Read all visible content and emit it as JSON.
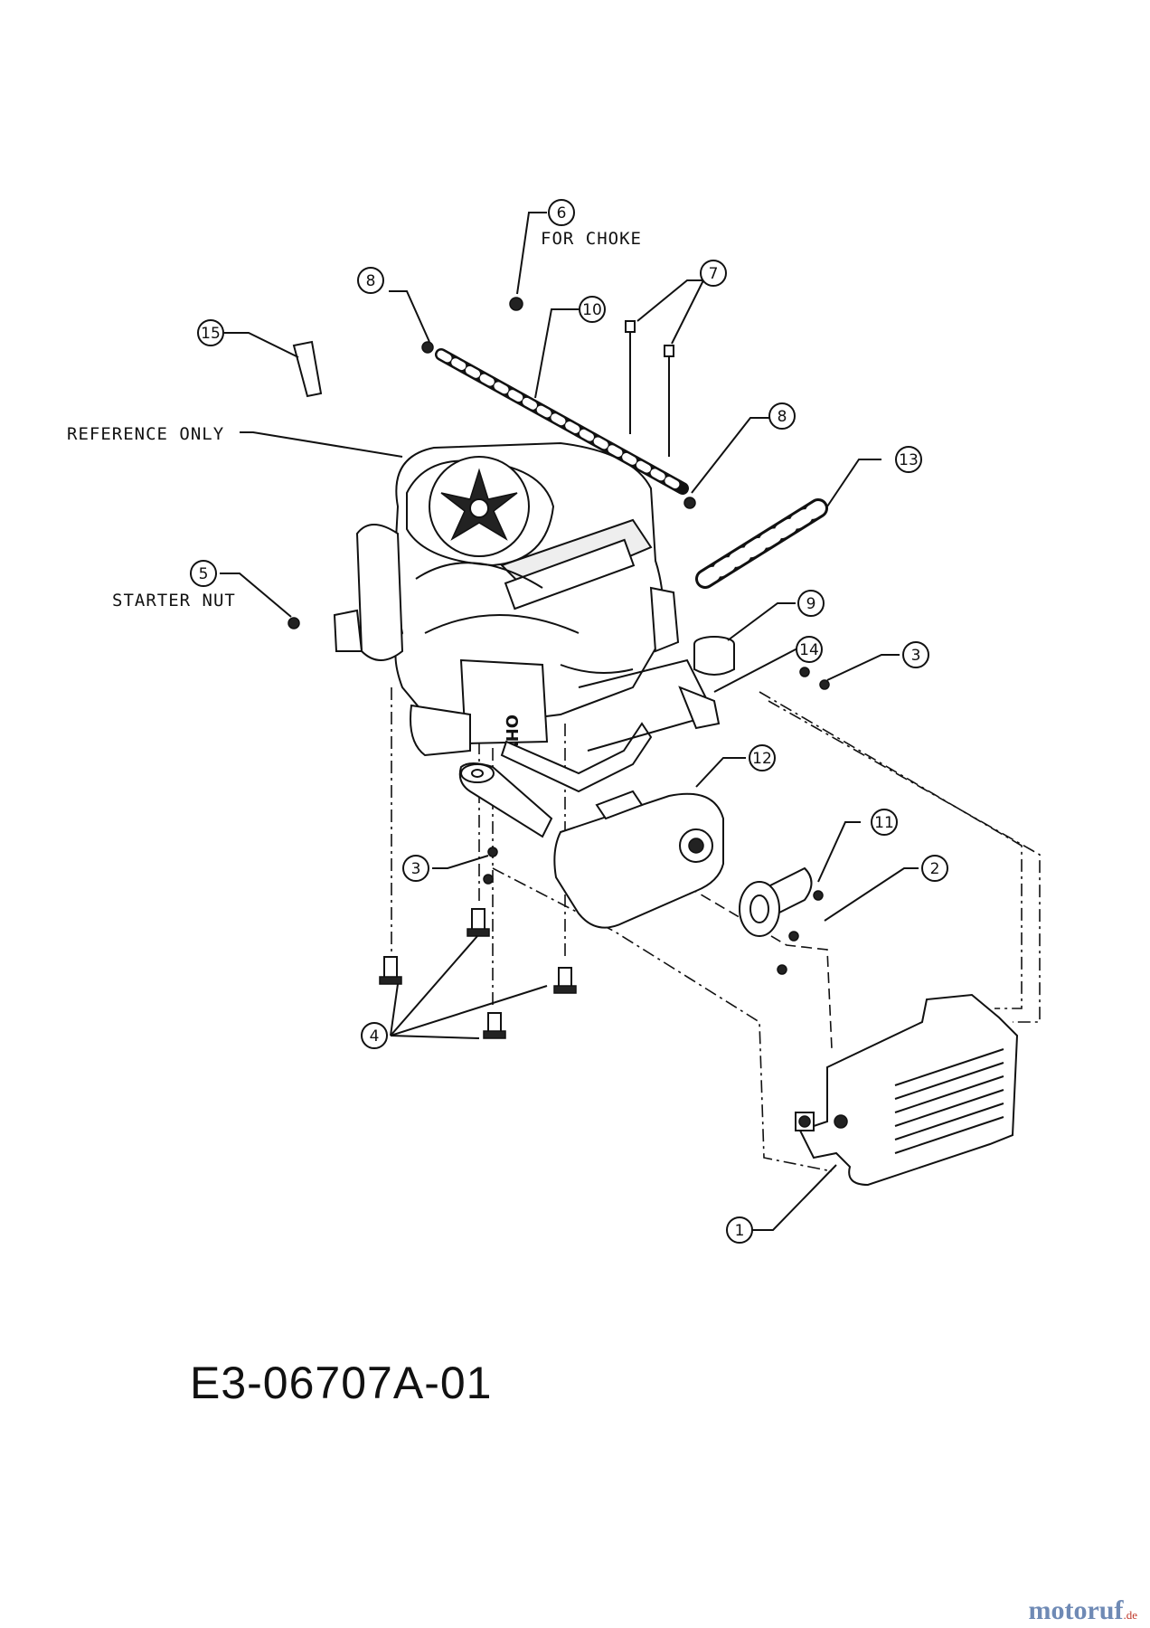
{
  "callouts": [
    {
      "num": "1"
    },
    {
      "num": "2"
    },
    {
      "num": "3"
    },
    {
      "num": "3"
    },
    {
      "num": "4"
    },
    {
      "num": "5"
    },
    {
      "num": "6"
    },
    {
      "num": "7"
    },
    {
      "num": "8"
    },
    {
      "num": "8"
    },
    {
      "num": "9"
    },
    {
      "num": "10"
    },
    {
      "num": "11"
    },
    {
      "num": "12"
    },
    {
      "num": "13"
    },
    {
      "num": "14"
    },
    {
      "num": "15"
    }
  ],
  "labels": {
    "for_choke": "FOR CHOKE",
    "reference_only": "REFERENCE ONLY",
    "starter_nut": "STARTER NUT"
  },
  "diagram_code": "E3-06707A-01",
  "watermark": {
    "brand": "motoruf",
    "tld": ".de",
    "brand_color": "#6f8ab5",
    "tld_color": "#c0392b"
  }
}
